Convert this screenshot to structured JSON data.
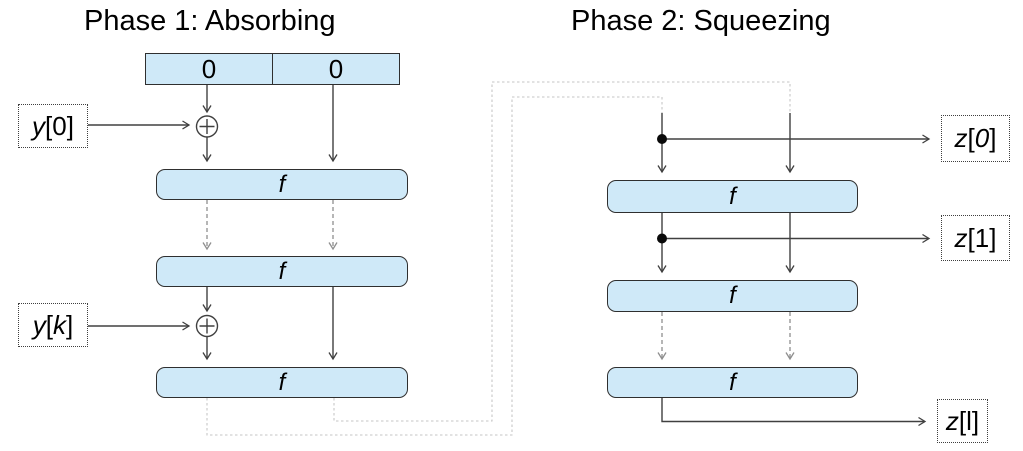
{
  "titles": {
    "phase1": "Phase 1: Absorbing",
    "phase2": "Phase 2: Squeezing"
  },
  "state_register": {
    "cells": [
      "0",
      "0"
    ]
  },
  "f_label": "f",
  "labels": {
    "y0": {
      "var": "y",
      "open": "[",
      "idx": "0",
      "close": "]"
    },
    "yk": {
      "var": "y",
      "open": "[",
      "idx": "k",
      "close": "]"
    },
    "z0": {
      "var": "z",
      "open": "[",
      "idx": "0",
      "close": "]"
    },
    "z1": {
      "var": "z",
      "open": "[",
      "idx": "1",
      "close": "]"
    },
    "zl": {
      "var": "z",
      "open": "[",
      "idx": "l",
      "close": "]"
    }
  },
  "icons": {
    "xor": "xor-circle-plus",
    "junction": "junction-dot"
  },
  "colors": {
    "fill": "#cfe9f8",
    "border": "#2f2f2f",
    "arrow": "#404040",
    "dashed": "#8f8f8f",
    "routing": "#c6c6c6",
    "text": "#000000"
  }
}
